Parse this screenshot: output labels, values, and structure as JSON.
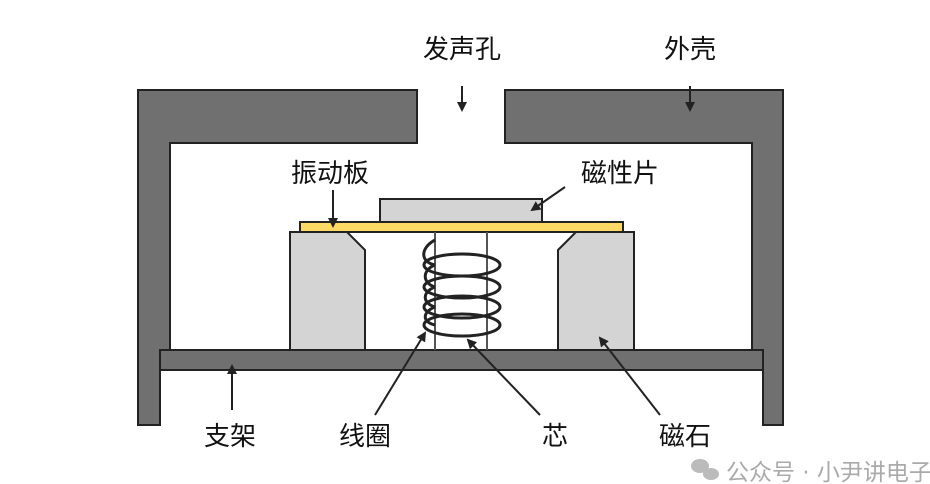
{
  "labels": {
    "sound_hole": "发声孔",
    "housing": "外壳",
    "diaphragm": "振动板",
    "magnetic_sheet": "磁性片",
    "bracket": "支架",
    "coil": "线圈",
    "core": "芯",
    "magnet": "磁石"
  },
  "watermark": "公众号 · 小尹讲电子",
  "colors": {
    "housing": "#707070",
    "magnet": "#d4d4d4",
    "diaphragm": "#ffd966",
    "stroke": "#222222"
  }
}
